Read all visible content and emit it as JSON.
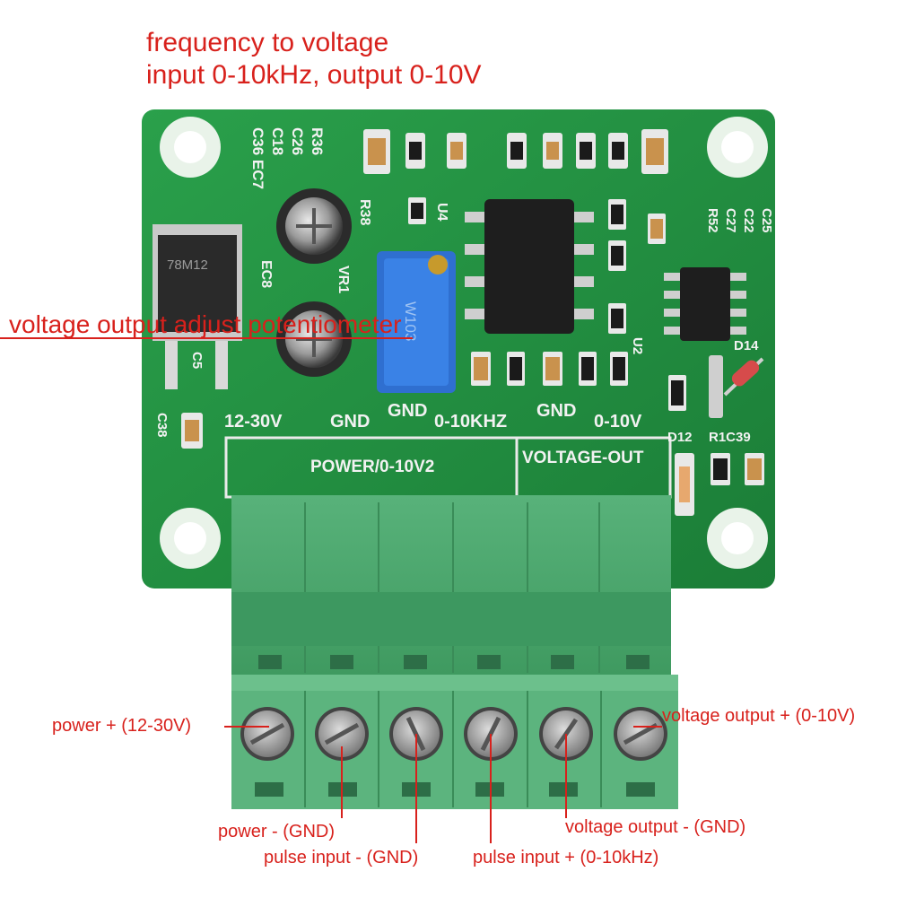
{
  "header": {
    "title_line1": "frequency to voltage",
    "title_line2": "input 0-10kHz, output 0-10V"
  },
  "callouts": {
    "potentiometer": "voltage output adjust potentiometer",
    "power_plus": "power + (12-30V)",
    "voltage_out_plus": "voltage output + (0-10V)",
    "power_minus": "power - (GND)",
    "pulse_minus": "pulse input - (GND)",
    "pulse_plus": "pulse input + (0-10kHz)",
    "voltage_out_minus": "voltage output - (GND)"
  },
  "board": {
    "silk_12_30v": "12-30V",
    "silk_gnd1": "GND",
    "silk_gnd2": "GND",
    "silk_0_10khz": "0-10KHZ",
    "silk_gnd3": "GND",
    "silk_0_10v": "0-10V",
    "silk_power_block": "POWER/0-10V2",
    "silk_voltage_out": "VOLTAGE-OUT",
    "silk_c36_ec7": "C36 EC7",
    "silk_c18": "C18",
    "silk_c26": "C26",
    "silk_r36": "R36",
    "silk_r38": "R38",
    "silk_u4": "U4",
    "silk_vr1": "VR1",
    "silk_ec8": "EC8",
    "silk_c5": "C5",
    "silk_c38": "C38",
    "silk_u2": "U2",
    "silk_d14": "D14",
    "silk_d12": "D12",
    "silk_r1c39": "R1C39",
    "silk_c25": "C25",
    "silk_c22": "C22",
    "silk_c27": "C27",
    "silk_r52": "R52",
    "regulator_marking": "78M12",
    "pot_marking": "W103"
  },
  "colors": {
    "pcb_green": "#1f8f3f",
    "terminal_green": "#4caa6e",
    "callout_red": "#d8211c"
  }
}
